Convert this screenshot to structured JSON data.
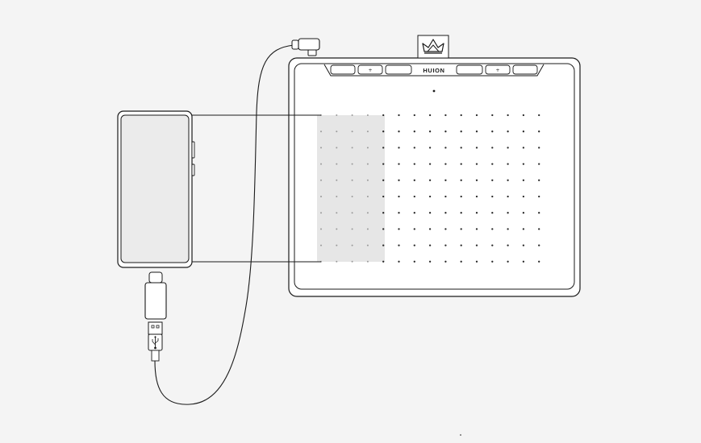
{
  "diagram": {
    "brand_label": "HUION",
    "plus_symbol": "+",
    "dot_grid": {
      "rows": 10,
      "cols": 15
    },
    "highlight_region": {
      "cols": 4,
      "rows": 10
    },
    "colors": {
      "background": "#f4f4f4",
      "outline": "#1a1a1a",
      "device_fill": "#ffffff",
      "phone_screen": "#ebebeb",
      "mapped_area": "#e6e6e6",
      "dot": "#2a2a2a"
    },
    "icons": [
      "crown-logo-icon",
      "usb-symbol-icon"
    ]
  }
}
